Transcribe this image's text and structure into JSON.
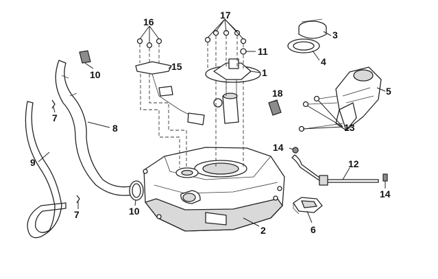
{
  "callouts": {
    "c1": "1",
    "c2": "2",
    "c3": "3",
    "c4": "4",
    "c5": "5",
    "c6": "6",
    "c7a": "7",
    "c7b": "7",
    "c8": "8",
    "c9": "9",
    "c10a": "10",
    "c10b": "10",
    "c11": "11",
    "c12": "12",
    "c13": "13",
    "c14a": "14",
    "c14b": "14",
    "c15": "15",
    "c16": "16",
    "c17": "17",
    "c18": "18"
  },
  "colors": {
    "line": "#222222",
    "fill": "#ffffff",
    "shade": "#d9d9d9",
    "dark": "#8c8c8c"
  }
}
